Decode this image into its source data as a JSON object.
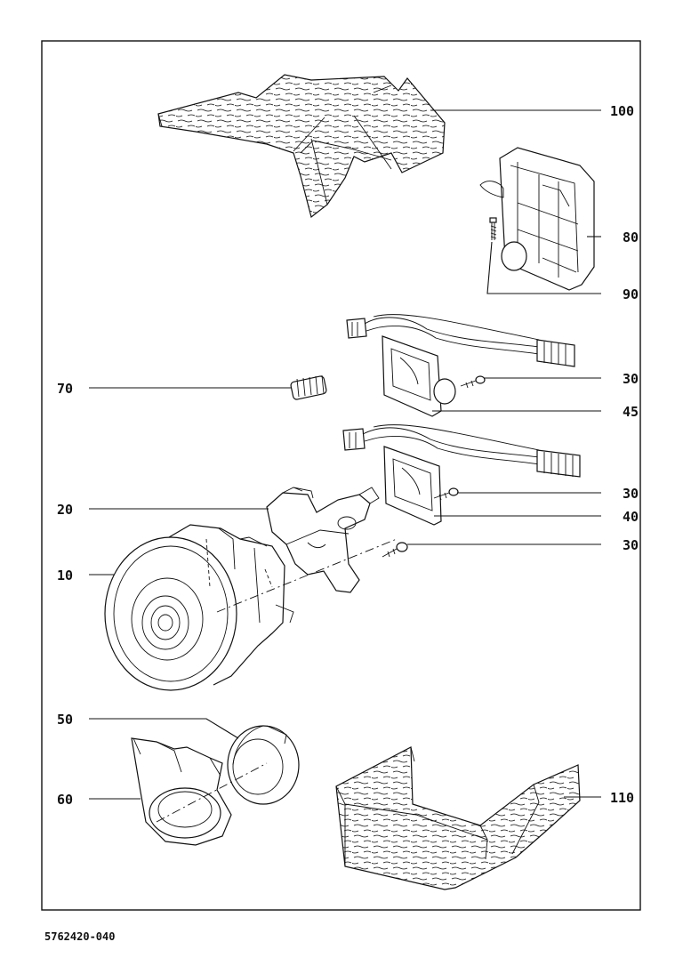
{
  "callouts": [
    {
      "id": "100",
      "label": "100"
    },
    {
      "id": "80",
      "label": "80"
    },
    {
      "id": "90",
      "label": "90"
    },
    {
      "id": "30a",
      "label": "30"
    },
    {
      "id": "45",
      "label": "45"
    },
    {
      "id": "70",
      "label": "70"
    },
    {
      "id": "30b",
      "label": "30"
    },
    {
      "id": "20",
      "label": "20"
    },
    {
      "id": "40",
      "label": "40"
    },
    {
      "id": "30c",
      "label": "30"
    },
    {
      "id": "10",
      "label": "10"
    },
    {
      "id": "50",
      "label": "50"
    },
    {
      "id": "60",
      "label": "60"
    },
    {
      "id": "110",
      "label": "110"
    }
  ],
  "document_number": "5762420-040"
}
